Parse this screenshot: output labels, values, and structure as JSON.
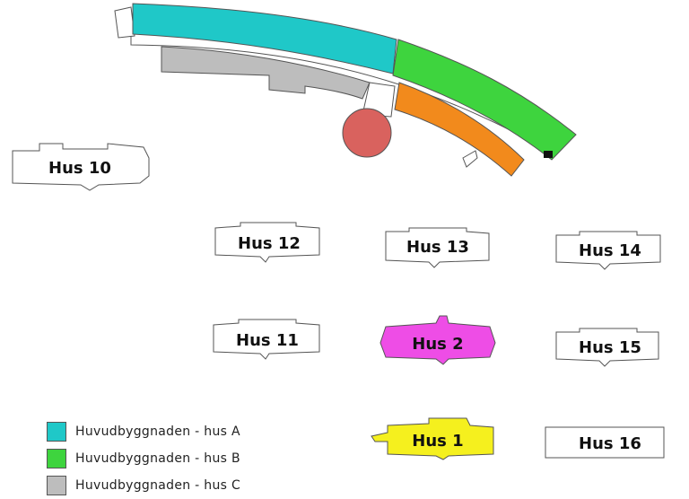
{
  "colors": {
    "hus_a": "#1fc8c8",
    "hus_b": "#3ed43e",
    "hus_c": "#bdbdbd",
    "orange_wing": "#f28a1c",
    "round_building": "#d9625e",
    "hus_2": "#ee4de6",
    "hus_1": "#f5f01e",
    "building_outline": "#555555"
  },
  "buildings": {
    "hus10": "Hus 10",
    "hus12": "Hus 12",
    "hus13": "Hus 13",
    "hus14": "Hus 14",
    "hus11": "Hus 11",
    "hus2": "Hus 2",
    "hus15": "Hus 15",
    "hus1": "Hus 1",
    "hus16": "Hus 16"
  },
  "legend": [
    {
      "label": "Huvudbyggnaden - hus A",
      "color": "#1fc8c8"
    },
    {
      "label": "Huvudbyggnaden - hus B",
      "color": "#3ed43e"
    },
    {
      "label": "Huvudbyggnaden - hus C",
      "color": "#bdbdbd"
    }
  ]
}
